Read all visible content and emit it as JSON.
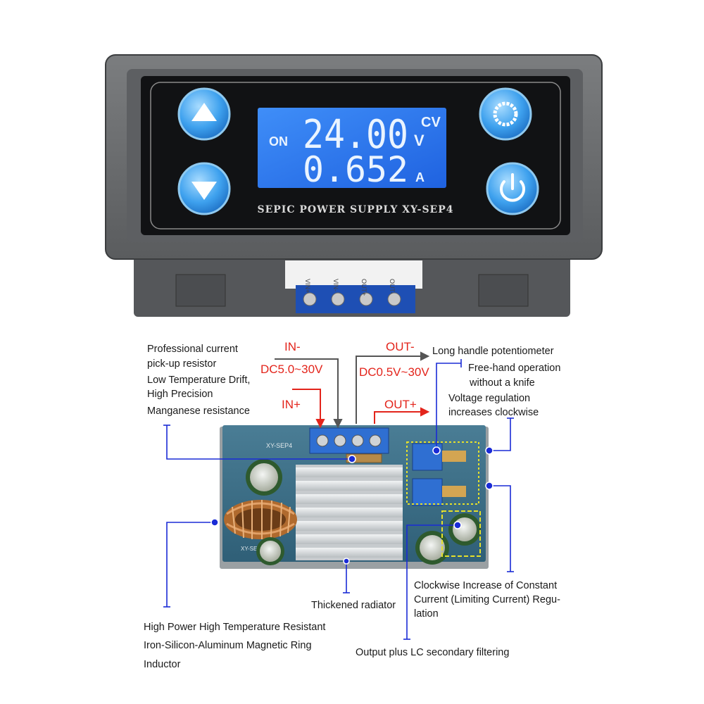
{
  "device": {
    "lcd": {
      "status": "ON",
      "voltage": "24.00",
      "voltage_unit": "V",
      "mode": "CV",
      "current": "0.652",
      "current_unit": "A"
    },
    "caption": "SEPIC POWER SUPPLY XY-SEP4",
    "terminals": [
      "VIN+",
      "VIN-",
      "OUT+",
      "OUT-"
    ]
  },
  "board": {
    "silkscreen": "XY-SEP4",
    "silkscreen_2": "XY-SEP4"
  },
  "labels": {
    "in_minus": "IN-",
    "in_range": "DC5.0~30V",
    "in_plus": "IN+",
    "out_minus": "OUT-",
    "out_range": "DC0.5V~30V",
    "out_plus": "OUT+",
    "resistor_l1": "Professional current",
    "resistor_l2": "pick-up resistor",
    "resistor_l3": "Low Temperature Drift,",
    "resistor_l4": "High Precision",
    "resistor_l5": "Manganese resistance",
    "pot": "Long handle potentiometer",
    "freehand_l1": "Free-hand operation",
    "freehand_l2": "without a knife",
    "voltage_l1": "Voltage regulation",
    "voltage_l2": "increases clockwise",
    "current_l1": "Clockwise Increase of Constant",
    "current_l2": "Current (Limiting Current) Regu-",
    "current_l3": "lation",
    "radiator": "Thickened radiator",
    "inductor_l1": "High Power High Temperature Resistant",
    "inductor_l2": "Iron-Silicon-Aluminum Magnetic Ring",
    "inductor_l3": "Inductor",
    "filter": "Output plus LC secondary filtering"
  },
  "colors": {
    "callout_line": "#1a2bd6",
    "input_output_red": "#e3241b",
    "housing": "#6b6d6f",
    "lcd": "#2a7cf2",
    "pcb": "#3d6f87"
  }
}
